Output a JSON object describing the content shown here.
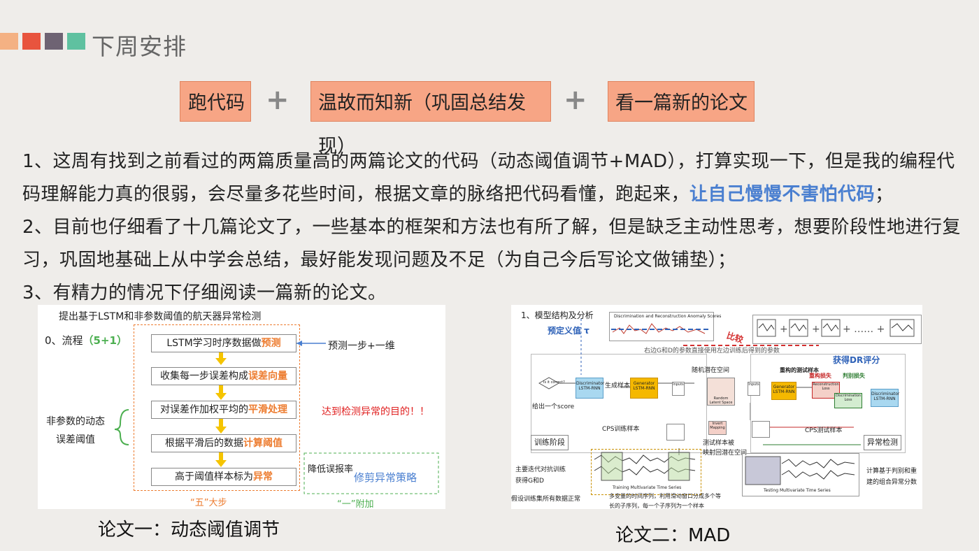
{
  "header": {
    "title": "下周安排",
    "colors": [
      "#f4b183",
      "#e8543e",
      "#6e6373",
      "#5fc1a0"
    ]
  },
  "plan": {
    "item1": "跑代码",
    "plus1": "+",
    "item2": "温故而知新（巩固总结发现）",
    "plus2": "+",
    "item3": "看一篇新的论文"
  },
  "body": {
    "l1": "1、这周有找到之前看过的两篇质量高的两篇论文的代码（动态阈值调节+MAD），打算实现一下，但是我的编程代",
    "l2a": "码理解能力真的很弱，会尽量多花些时间，根据文章的脉络把代码看懂，跑起来，",
    "l2b": "让自己慢慢不害怕代码",
    "l2c": "；",
    "l3": "2、目前也仔细看了十几篇论文了，一些基本的框架和方法也有所了解，但是缺乏主动性思考，想要阶段性地进行复",
    "l4": "习，巩固地基础上从中学会总结，最好能发现问题及不足（为自己今后写论文做铺垫）；",
    "l5": "3、有精力的情况下仔细阅读一篇新的论文。"
  },
  "fig1": {
    "heading": "提出基于LSTM和非参数阈值的航天器异常检测",
    "flow_label": "0、流程",
    "flow_count": "（5+1）",
    "steps": [
      {
        "a": "LSTM学习时序数据做",
        "b": "预测"
      },
      {
        "a": "收集每一步误差构成",
        "b": "误差向量"
      },
      {
        "a": "对误差作加权平均的",
        "b": "平滑处理"
      },
      {
        "a": "根据平滑后的数据",
        "b": "计算阈值"
      },
      {
        "a": "高于阈值样本标为",
        "b": "异常"
      }
    ],
    "side_note": "预测一步+一维",
    "left_note1": "非参数的动态",
    "left_note2": "误差阈值",
    "goal": "达到检测异常的目的！！",
    "extra1": "降低误报率",
    "extra2": "修剪异常策略",
    "five_steps": "“五”大步",
    "one_extra": "“一”附加"
  },
  "fig2": {
    "heading": "1、模型结构及分析",
    "threshold": "预定义值 τ",
    "score_title": "Discrimination and Reconstruction Anomaly Scores",
    "compare": "比较",
    "note_top": "右边G和D的参数直接使用左边训练后得到的参数",
    "dr": "获得DR评分",
    "gen_sample": "生成样本",
    "score_out": "给出一个score",
    "disc": "Discriminator LSTM-RNN",
    "gen": "Generator LSTM-RNN",
    "inputs": "Inputs",
    "latent": "随机潜在空间",
    "random_latent": "Random Latent Space",
    "invert": "Invert Mapping",
    "test_sample": "重构的测试样本",
    "rec_loss_cn": "重构损失",
    "disc_loss_cn": "判别损失",
    "rec_loss": "Reconstruction Loss",
    "disc_loss": "Discrimination Loss",
    "cps_train": "CPS训练样本",
    "cps_test": "CPS测试样本",
    "train_stage": "训练阶段",
    "detect": "异常检测",
    "test_map1": "测试样本被",
    "test_map2": "映射回潜在空间",
    "iter1": "主要迭代对抗训练",
    "iter2": "获得G和D",
    "assume": "假设训练集所有数据正常",
    "multi1": "多变量的时间序列，利用滑动窗口分成多个等",
    "multi2": "长的子序列，每一个子序列为一个样本",
    "calc1": "计算基于判别和重",
    "calc2": "建的组合异常分数",
    "train_ts": "Training Multivariate Time Series",
    "test_ts": "Testing Multivariate Time Series",
    "is_correct": "Is it correct?"
  },
  "captions": {
    "c1": "论文一：动态阈值调节",
    "c2": "论文二：MAD"
  }
}
